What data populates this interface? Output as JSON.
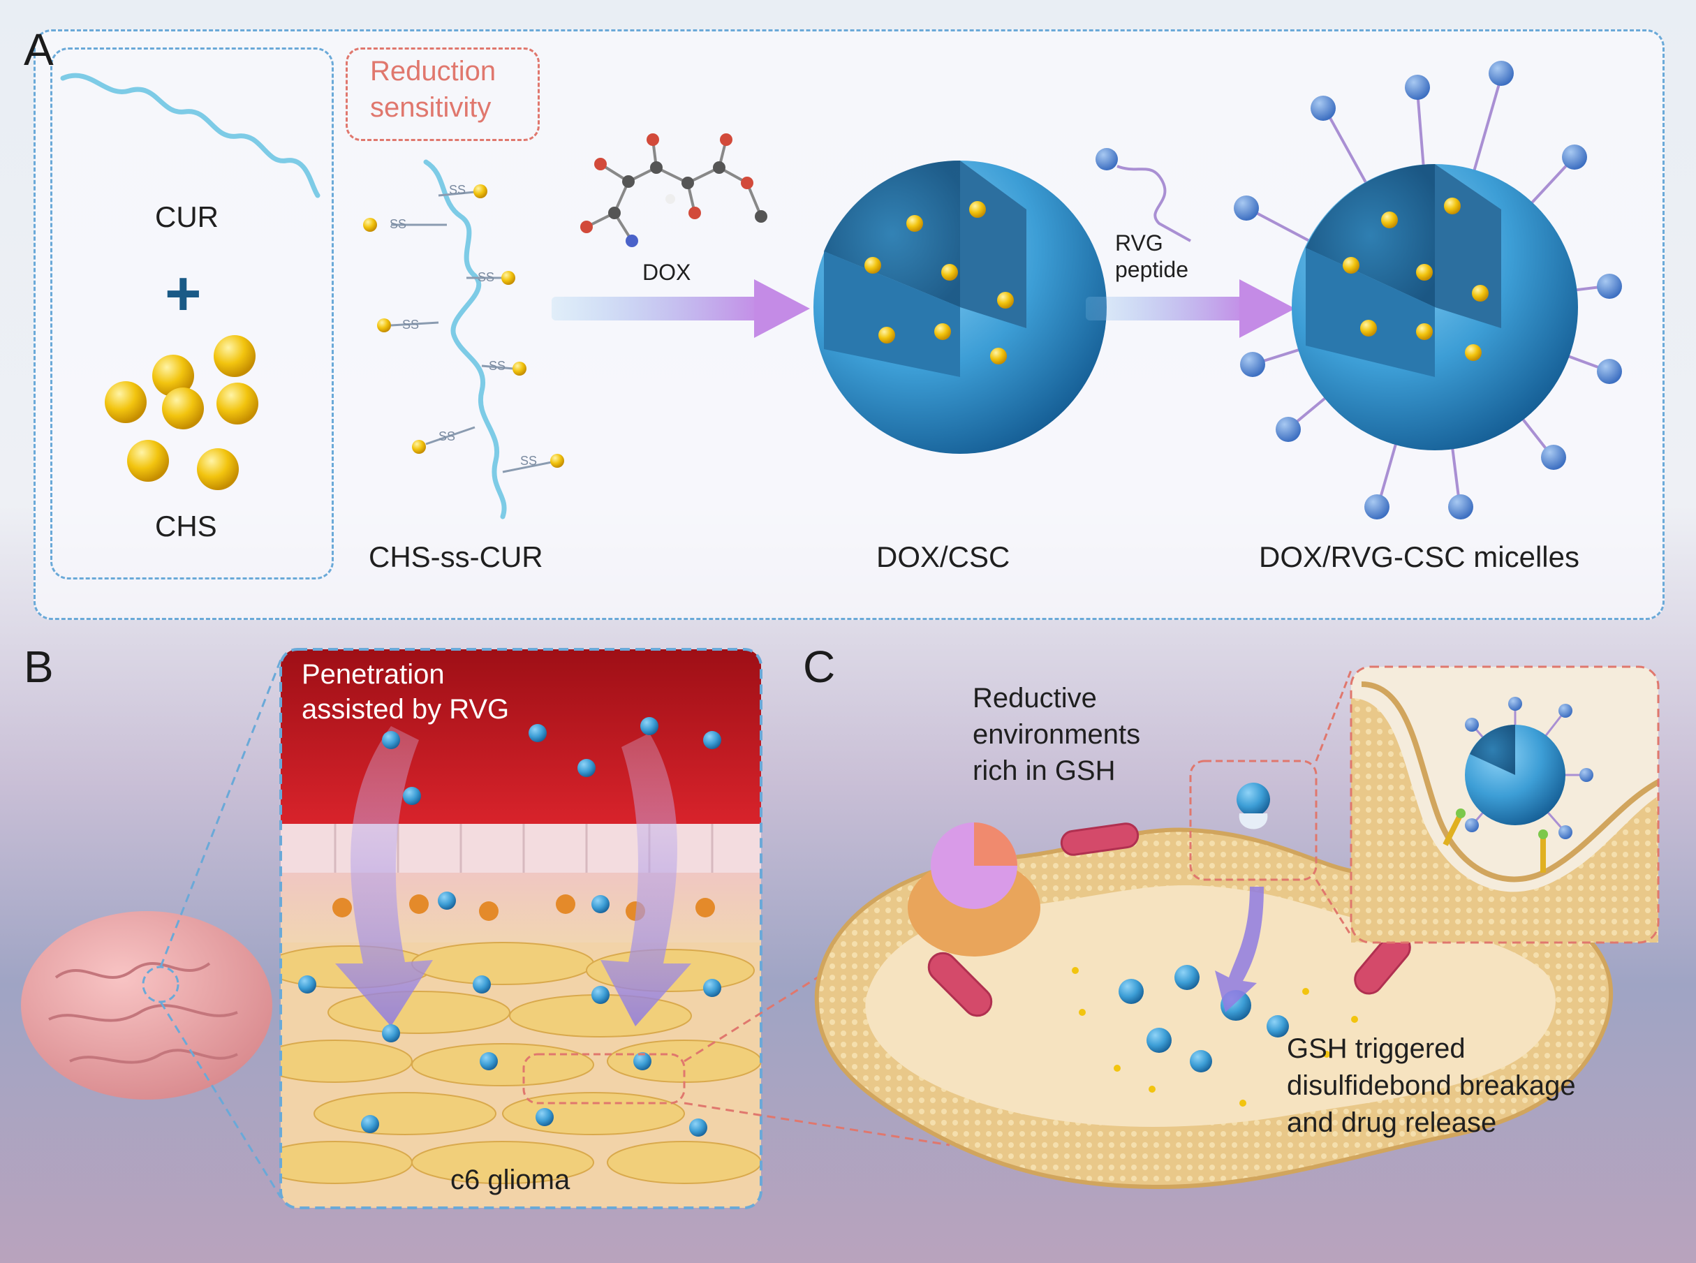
{
  "panels": {
    "a": "A",
    "b": "B",
    "c": "C"
  },
  "panel_a": {
    "cur": "CUR",
    "plus": "+",
    "chs": "CHS",
    "reduction_line1": "Reduction",
    "reduction_line2": "sensitivity",
    "ss": "SS",
    "chs_ss_cur": "CHS-ss-CUR",
    "dox": "DOX",
    "dox_csc": "DOX/CSC",
    "rvg_line1": "RVG",
    "rvg_line2": "peptide",
    "micelles": "DOX/RVG-CSC micelles"
  },
  "panel_b": {
    "penetration_line1": "Penetration",
    "penetration_line2": "assisted by RVG",
    "glioma": "c6 glioma"
  },
  "panel_c": {
    "reductive_line1": "Reductive",
    "reductive_line2": "environments",
    "reductive_line3": "rich in GSH",
    "gsh_line1": "GSH triggered",
    "gsh_line2": "disulfidebond breakage",
    "gsh_line3": "and drug release"
  },
  "colors": {
    "micelle_blue": "#3d9ed6",
    "core_yellow": "#f2c40f",
    "rvg_purple": "#a98fd3",
    "vessel_red": "#c9141c",
    "cell_tan": "#e6c078",
    "reduction_red": "#e0776d"
  }
}
